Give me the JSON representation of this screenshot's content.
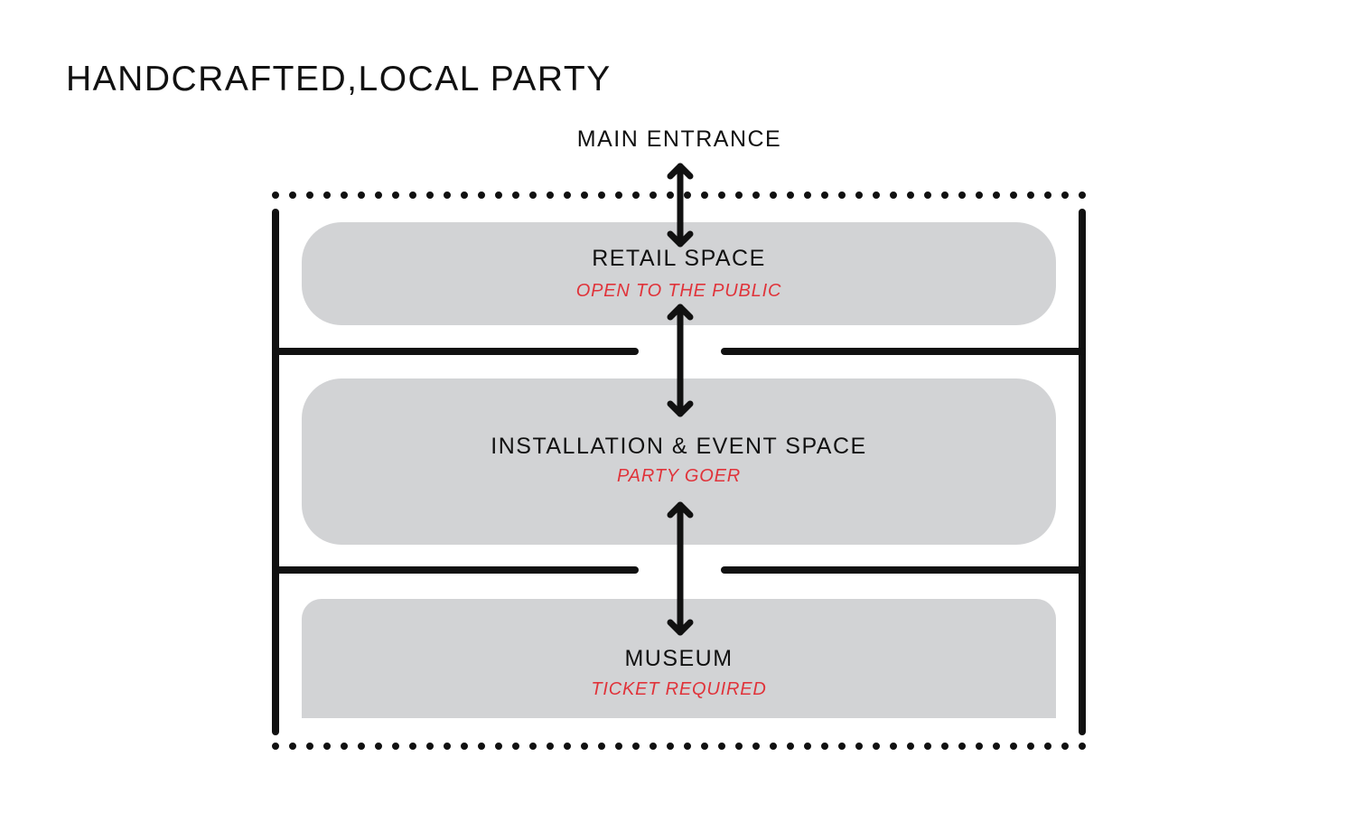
{
  "title": "HANDCRAFTED,LOCAL PARTY",
  "entrance": {
    "label": "MAIN ENTRANCE"
  },
  "rooms": [
    {
      "name": "RETAIL SPACE",
      "subtitle": "OPEN TO THE PUBLIC"
    },
    {
      "name": "INSTALLATION & EVENT SPACE",
      "subtitle": "PARTY GOER"
    },
    {
      "name": "MUSEUM",
      "subtitle": "TICKET REQUIRED"
    }
  ],
  "colors": {
    "room_fill": "#d2d3d5",
    "subtitle": "#e0333a",
    "ink": "#111111"
  }
}
